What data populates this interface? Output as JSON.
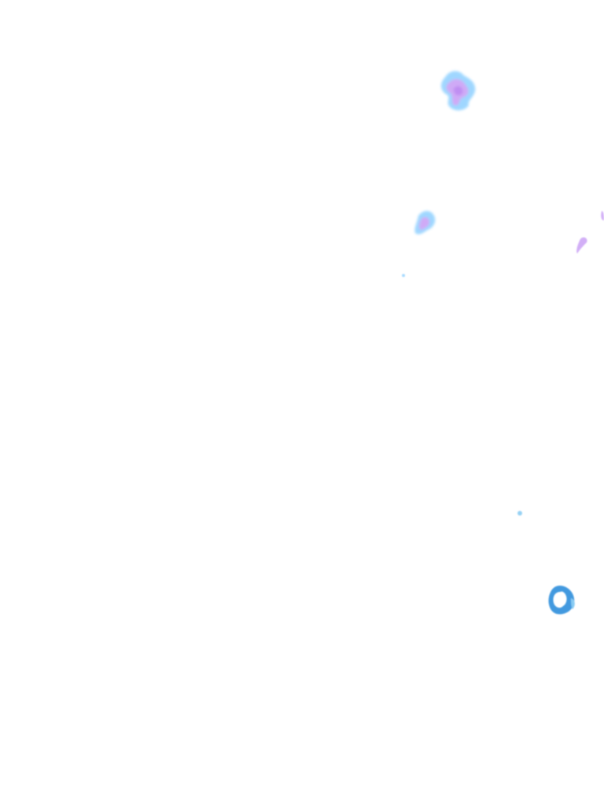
{
  "background_color": "#ffffff",
  "palette": {
    "sky_blue": "#8fd0ff",
    "lavender": "#c79cf5",
    "violet": "#b57bf0",
    "deep_blue": "#2f8fdc",
    "light_blue": "#7cc6f2"
  },
  "speck_names": [
    "blob-large-violet",
    "blob-medium-lavender",
    "speck-tiny-blue",
    "streak-small-violet",
    "speck-edge-lavender",
    "speck-small-blue",
    "ring-blue"
  ]
}
